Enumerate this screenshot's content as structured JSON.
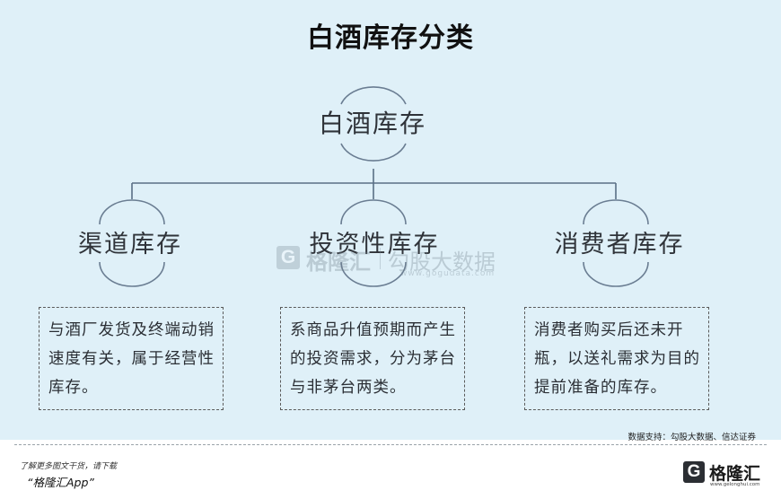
{
  "title": "白酒库存分类",
  "root": {
    "label": "白酒库存"
  },
  "branches": [
    {
      "label": "渠道库存",
      "description": "与酒厂发货及终端动销速度有关，属于经营性库存。"
    },
    {
      "label": "投资性库存",
      "description": "系商品升值预期而产生的投资需求，分为茅台与非茅台两类。"
    },
    {
      "label": "消费者库存",
      "description": "消费者购买后还未开瓶，以送礼需求为目的提前准备的库存。"
    }
  ],
  "watermark": {
    "logo_letter": "G",
    "brand": "格隆汇",
    "product": "勾股大数据",
    "url": "www.gogudata.com"
  },
  "source_note": "数据支持：勾股大数据、信达证券",
  "footer": {
    "line1": "了解更多图文干货，请下载",
    "line2": "“格隆汇App”"
  },
  "brand": {
    "logo_letter": "G",
    "name": "格隆汇",
    "url": "www.gelonghui.com"
  },
  "colors": {
    "panel_background": "#dff0f8",
    "connector_line": "#5a6f85",
    "arc_line": "#6a7d92",
    "text": "#2f3339"
  }
}
